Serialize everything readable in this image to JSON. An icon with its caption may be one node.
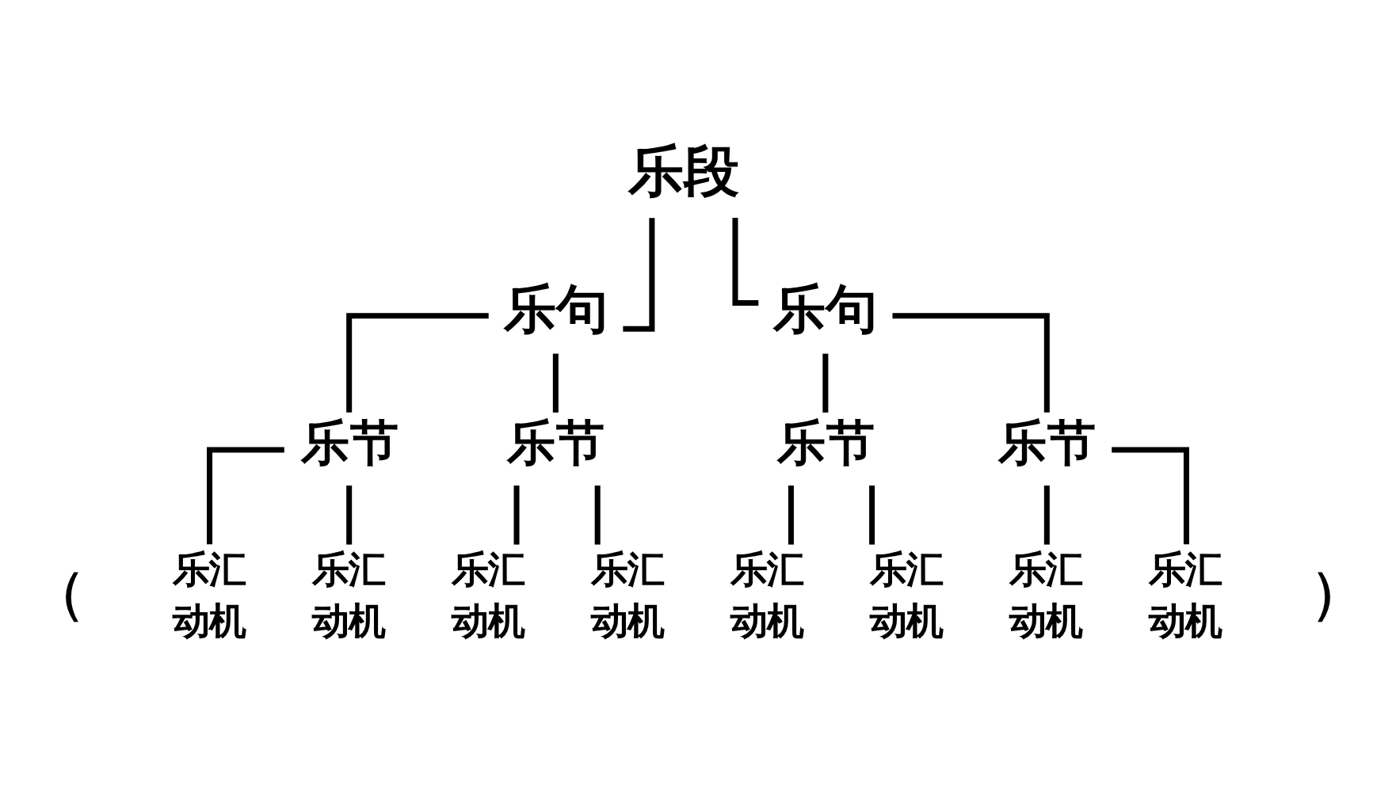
{
  "diagram": {
    "nodes": [
      {
        "text": [
          "乐段"
        ]
      },
      {
        "text": [
          "乐句"
        ]
      },
      {
        "text": [
          "乐句"
        ]
      },
      {
        "text": [
          "乐节"
        ]
      },
      {
        "text": [
          "乐节"
        ]
      },
      {
        "text": [
          "乐节"
        ]
      },
      {
        "text": [
          "乐节"
        ]
      },
      {
        "text": [
          "乐汇"
        ],
        "beside": [
          "动机"
        ]
      },
      {
        "text": [
          "乐汇"
        ],
        "beside": [
          "动机"
        ]
      },
      {
        "text": [
          "乐汇"
        ],
        "beside": [
          "动机"
        ]
      },
      {
        "text": [
          "乐汇"
        ],
        "beside": [
          "动机"
        ]
      },
      {
        "text": [
          "乐汇"
        ],
        "beside": [
          "动机"
        ]
      },
      {
        "text": [
          "乐汇"
        ],
        "beside": [
          "动机"
        ]
      },
      {
        "text": [
          "乐汇"
        ],
        "beside": [
          "动机"
        ]
      },
      {
        "text": [
          "乐汇"
        ],
        "beside": [
          "动机"
        ]
      }
    ],
    "edges": [
      {
        "from": 0,
        "to": 1,
        "arrow": "none"
      },
      {
        "from": 0,
        "to": 2,
        "arrow": "none"
      },
      {
        "from": 1,
        "to": 3,
        "arrow": "none"
      },
      {
        "from": 1,
        "to": 4,
        "arrow": "none"
      },
      {
        "from": 2,
        "to": 5,
        "arrow": "none"
      },
      {
        "from": 2,
        "to": 6,
        "arrow": "none"
      },
      {
        "from": 3,
        "to": 7,
        "arrow": "none"
      },
      {
        "from": 3,
        "to": 8,
        "arrow": "none"
      },
      {
        "from": 4,
        "to": 9,
        "arrow": "none"
      },
      {
        "from": 4,
        "to": 10,
        "arrow": "none"
      },
      {
        "from": 5,
        "to": 11,
        "arrow": "none"
      },
      {
        "from": 5,
        "to": 12,
        "arrow": "none"
      },
      {
        "from": 6,
        "to": 13,
        "arrow": "none"
      },
      {
        "from": 6,
        "to": 14,
        "arrow": "none"
      }
    ],
    "labels": [
      "(",
      ")"
    ]
  }
}
